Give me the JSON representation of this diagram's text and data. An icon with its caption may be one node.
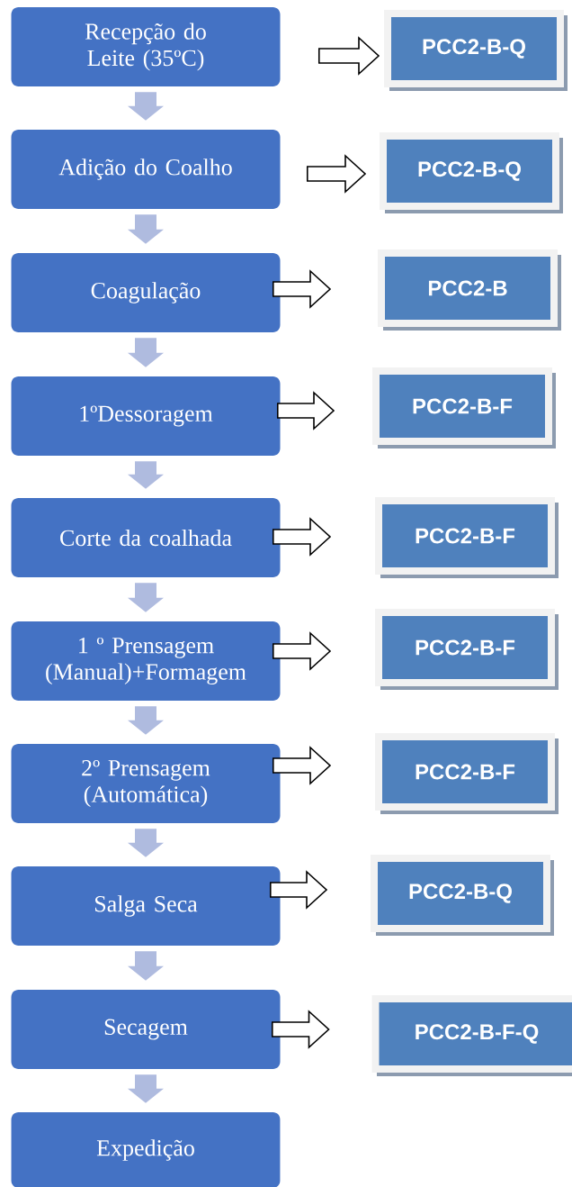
{
  "diagram": {
    "nodes": [
      {
        "text": [
          "Recepção do Leite (35ºC)"
        ]
      },
      {
        "text": [
          "Adição do Coalho"
        ]
      },
      {
        "text": [
          "Coagulação"
        ]
      },
      {
        "text": [
          "1ºDessoragem"
        ]
      },
      {
        "text": [
          "Corte da coalhada"
        ]
      },
      {
        "text": [
          "1 º Prensagem (Manual)+Formagem"
        ]
      },
      {
        "text": [
          "2º Prensagem (Automática)"
        ]
      },
      {
        "text": [
          "Salga Seca"
        ]
      },
      {
        "text": [
          "Secagem"
        ]
      },
      {
        "text": [
          "Expedição"
        ]
      },
      {
        "text": [
          "PCC2-B-Q"
        ]
      },
      {
        "text": [
          "PCC2-B-Q"
        ]
      },
      {
        "text": [
          "PCC2-B"
        ]
      },
      {
        "text": [
          "PCC2-B-F"
        ]
      },
      {
        "text": [
          "PCC2-B-F"
        ]
      },
      {
        "text": [
          "PCC2-B-F"
        ]
      },
      {
        "text": [
          "PCC2-B-F"
        ]
      },
      {
        "text": [
          "PCC2-B-Q"
        ]
      },
      {
        "text": [
          "PCC2-B-F-Q"
        ]
      }
    ],
    "edges": [
      {
        "from": 0,
        "to": 1,
        "arrow": "to",
        "color": "#afbbdf"
      },
      {
        "from": 1,
        "to": 2,
        "arrow": "to",
        "color": "#afbbdf"
      },
      {
        "from": 2,
        "to": 3,
        "arrow": "to",
        "color": "#afbbdf"
      },
      {
        "from": 3,
        "to": 4,
        "arrow": "to",
        "color": "#afbbdf"
      },
      {
        "from": 4,
        "to": 5,
        "arrow": "to",
        "color": "#afbbdf"
      },
      {
        "from": 5,
        "to": 6,
        "arrow": "to",
        "color": "#afbbdf"
      },
      {
        "from": 6,
        "to": 7,
        "arrow": "to",
        "color": "#afbbdf"
      },
      {
        "from": 7,
        "to": 8,
        "arrow": "to",
        "color": "#afbbdf"
      },
      {
        "from": 8,
        "to": 9,
        "arrow": "to",
        "color": "#afbbdf"
      },
      {
        "from": 0,
        "to": 10,
        "arrow": "to"
      },
      {
        "from": 1,
        "to": 11,
        "arrow": "to"
      },
      {
        "from": 2,
        "to": 12,
        "arrow": "to"
      },
      {
        "from": 3,
        "to": 13,
        "arrow": "to"
      },
      {
        "from": 4,
        "to": 14,
        "arrow": "to"
      },
      {
        "from": 5,
        "to": 15,
        "arrow": "to"
      },
      {
        "from": 6,
        "to": 16,
        "arrow": "to"
      },
      {
        "from": 7,
        "to": 17,
        "arrow": "to"
      },
      {
        "from": 8,
        "to": 18,
        "arrow": "to"
      }
    ]
  }
}
